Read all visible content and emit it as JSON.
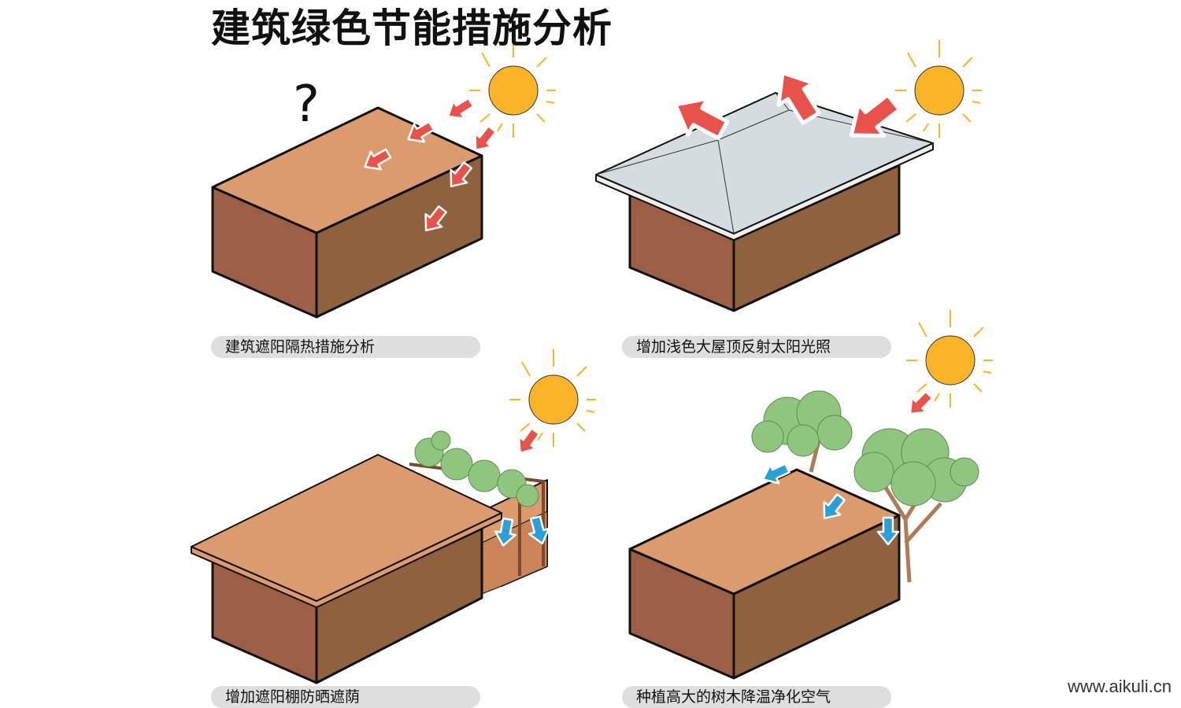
{
  "title": "建筑绿色节能措施分析",
  "question_mark": "?",
  "panels": [
    {
      "label": "建筑遮阳隔热措施分析"
    },
    {
      "label": "增加浅色大屋顶反射太阳光照"
    },
    {
      "label": "增加遮阳棚防晒遮荫"
    },
    {
      "label": "种植高大的树木降温净化空气"
    }
  ],
  "watermark": "www.aikuli.cn",
  "colors": {
    "roof": "#dc9b6e",
    "wall_left": "#9c5f45",
    "wall_right": "#8f613e",
    "light_roof": "#d5dcdf",
    "sun": "#fbb328",
    "heat_arrow": "#e8524a",
    "cool_arrow": "#2a9fd8",
    "tree": "#8fc57f"
  }
}
